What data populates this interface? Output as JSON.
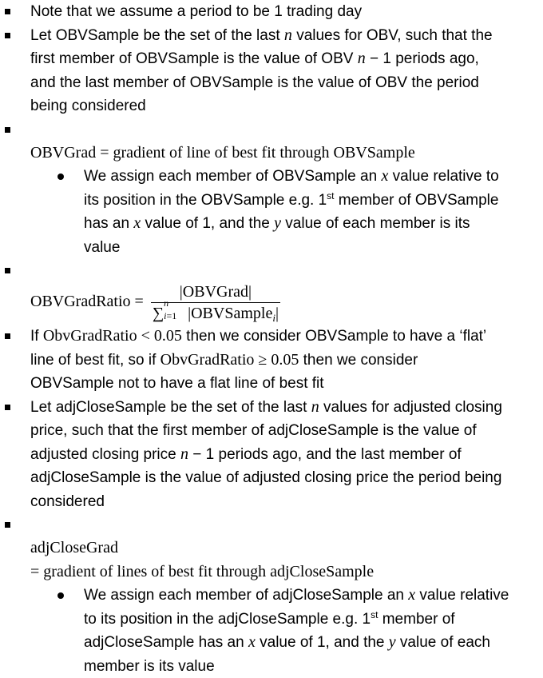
{
  "bullets": [
    {
      "text": "Note that we assume a period to be 1 trading day"
    },
    {
      "l1": "Let OBVSample be the set of the last ",
      "n": "n",
      "l1b": " values for OBV, such that the",
      "l2": "first member of OBVSample is the value of OBV ",
      "n2": "n",
      "l2b": " − 1 periods ago,",
      "l3": "and the last member of OBVSample is the value of OBV the period",
      "l4": "being considered"
    }
  ],
  "eq1": {
    "text": "OBVGrad = gradient of line of best fit through OBVSample",
    "sub_l1a": "We assign each member of OBVSample an ",
    "x": "x",
    "sub_l1b": " value relative to",
    "sub_l2a": "its position in the OBVSample e.g. 1",
    "st": "st",
    "sub_l2b": " member of OBVSample",
    "sub_l3a": "has an ",
    "sub_l3b": " value of 1, and the ",
    "y": "y",
    "sub_l3c": " value of each member is its",
    "sub_l4": "value"
  },
  "eq2": {
    "lhs": "OBVGradRatio =",
    "num": "|OBVGrad|",
    "sum": "∑",
    "upper": "n",
    "lower_i": "i",
    "lower_rest": "=1",
    "den_text": "|OBVSample",
    "den_sub": "i",
    "den_close": "|"
  },
  "flat": {
    "l1a": "If ",
    "m1": "ObvGradRatio < 0.05",
    "l1b": " then we consider OBVSample to have a ‘flat’",
    "l2a": "line of best fit, so if ",
    "m2": "ObvGradRatio ≥ 0.05",
    "l2b": " then we consider",
    "l3": "OBVSample not to have a flat line of best fit"
  },
  "adj": {
    "l1a": "Let adjCloseSample be the set of the last ",
    "n": "n",
    "l1b": " values for adjusted closing",
    "l2": "price, such that the first member of adjCloseSample is the value of",
    "l3a": "adjusted closing price ",
    "n2": "n",
    "l3b": " − 1 periods ago, and the last member of",
    "l4": "adjCloseSample is the value of adjusted closing price the period being",
    "l5": "considered"
  },
  "eq3": {
    "l1": "adjCloseGrad",
    "l2": "=  gradient of lines of best fit through adjCloseSample",
    "sub_l1a": "We assign each member of adjCloseSample an ",
    "x": "x",
    "sub_l1b": " value relative",
    "sub_l2a": "to its position in the adjCloseSample e.g. 1",
    "st": "st",
    "sub_l2b": " member of",
    "sub_l3a": "adjCloseSample has an ",
    "sub_l3b": " value of 1, and the ",
    "y": "y",
    "sub_l3c": " value of each",
    "sub_l4": "member is its value"
  }
}
